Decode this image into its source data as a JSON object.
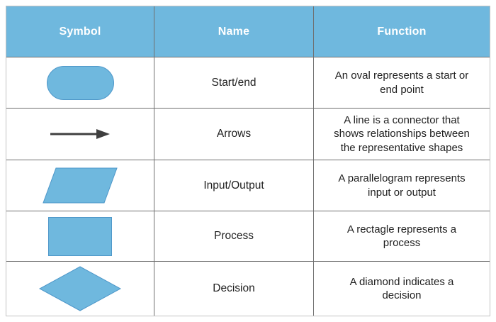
{
  "title": "Flowchart symbols table",
  "colors": {
    "header_bg": "#6fb8de",
    "header_text": "#ffffff",
    "shape_fill": "#6fb8de",
    "shape_stroke": "#4e97c9",
    "arrow_color": "#3f3f3f",
    "grid_line": "#6f6f6f",
    "outer_border": "#c2c2c2",
    "body_text": "#1f1f1f"
  },
  "table": {
    "headers": [
      "Symbol",
      "Name",
      "Function"
    ],
    "rows": [
      {
        "symbol_icon": "oval-start-end-icon",
        "name": "Start/end",
        "function": "An oval represents a start or end point"
      },
      {
        "symbol_icon": "arrow-right-icon",
        "name": "Arrows",
        "function": "A line is a connector that shows relationships between the representative shapes"
      },
      {
        "symbol_icon": "parallelogram-icon",
        "name": "Input/Output",
        "function": "A parallelogram represents input or output"
      },
      {
        "symbol_icon": "rectangle-icon",
        "name": "Process",
        "function": "A rectagle represents a process"
      },
      {
        "symbol_icon": "diamond-icon",
        "name": "Decision",
        "function": "A diamond indicates a decision"
      }
    ]
  }
}
